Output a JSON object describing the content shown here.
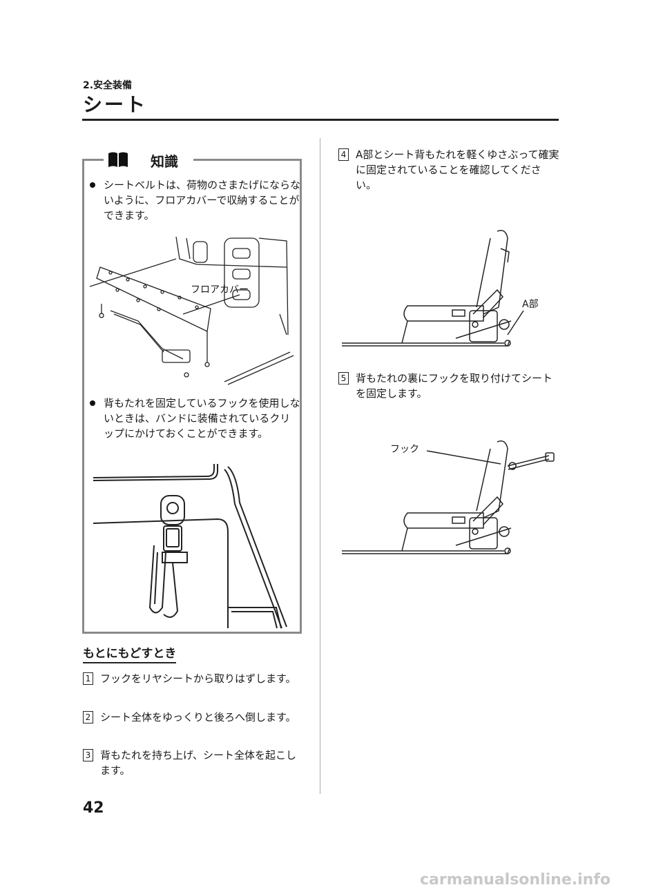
{
  "header": {
    "section": "2.安全装備",
    "title": "シート"
  },
  "info": {
    "title": "知識",
    "bullet1": "シートベルトは、荷物のさまたげにならないように、フロアカバーで収納することができます。",
    "figure1_label": "フロアカバー",
    "bullet2": "背もたれを固定しているフックを使用しないときは、バンドに装備されているクリップにかけておくことができます。"
  },
  "return_section": {
    "heading": "もとにもどすとき",
    "steps": [
      {
        "num": "1",
        "text": "フックをリヤシートから取りはずします。"
      },
      {
        "num": "2",
        "text": "シート全体をゆっくりと後ろへ倒します。"
      },
      {
        "num": "3",
        "text": "背もたれを持ち上げ、シート全体を起こします。"
      },
      {
        "num": "4",
        "text": "A部とシート背もたれを軽くゆさぶって確実に固定されていることを確認してください。"
      },
      {
        "num": "5",
        "text": "背もたれの裏にフックを取り付けてシートを固定します。"
      }
    ]
  },
  "figure4_label": "A部",
  "figure5_label": "フック",
  "page_number": "42",
  "watermark": "carmanualsonline.info",
  "icons": {
    "info": "book-icon"
  }
}
